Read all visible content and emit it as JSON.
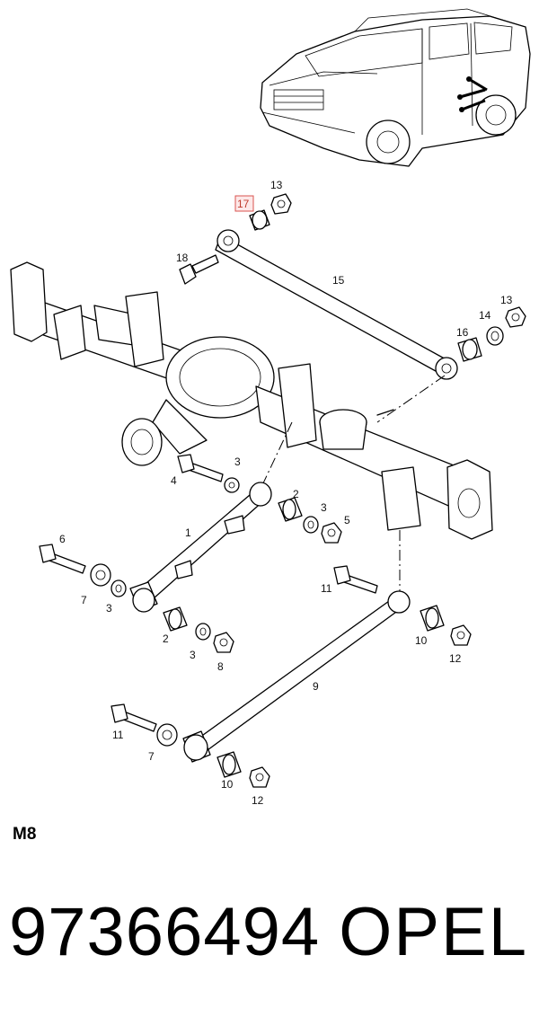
{
  "highlight_color": "#d9534f",
  "diagram": {
    "callouts": {
      "c1": "1",
      "c2a": "2",
      "c2b": "2",
      "c3a": "3",
      "c3b": "3",
      "c3c": "3",
      "c3d": "3",
      "c4": "4",
      "c5": "5",
      "c6": "6",
      "c7a": "7",
      "c7b": "7",
      "c8": "8",
      "c9": "9",
      "c10a": "10",
      "c10b": "10",
      "c11a": "11",
      "c11b": "11",
      "c12a": "12",
      "c12b": "12",
      "c13a": "13",
      "c13b": "13",
      "c14": "14",
      "c15": "15",
      "c16": "16",
      "c17": "17",
      "c18": "18"
    },
    "highlighted_callout": "17"
  },
  "footer": {
    "section": "M8",
    "part_number": "97366494",
    "brand": "OPEL"
  }
}
